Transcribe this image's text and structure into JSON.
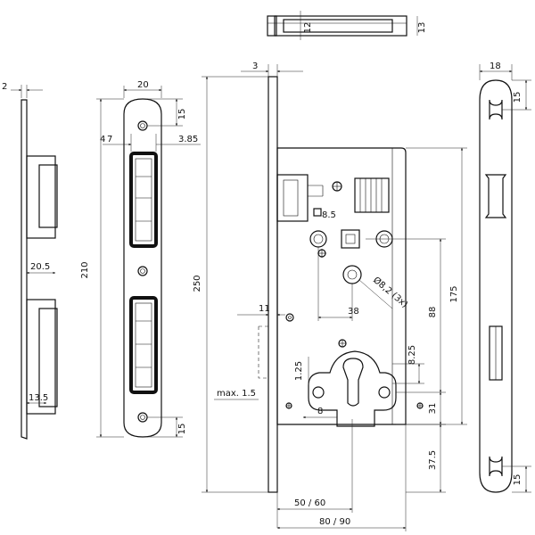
{
  "dimensions": {
    "top_view_12": "12",
    "top_view_13": "13",
    "side_2": "2",
    "side_20_5": "20.5",
    "side_13_5": "13.5",
    "strike_20": "20",
    "strike_15_top": "15",
    "strike_4": "4",
    "strike_7": "7",
    "strike_3_85": "3.85",
    "strike_210": "210",
    "strike_15_bottom": "15",
    "body_3": "3",
    "body_250": "250",
    "body_8_5": "8.5",
    "body_38": "38",
    "body_phi": "Ø8,2 (3x)",
    "body_88": "88",
    "body_175": "175",
    "body_11": "11",
    "body_1_25": "1.25",
    "body_8_25": "8.25",
    "body_max": "max. 1.5",
    "body_8": "8",
    "body_31": "31",
    "body_37_5": "37.5",
    "body_50_60": "50 / 60",
    "body_80_90": "80 / 90",
    "front_18": "18",
    "front_15_top": "15",
    "front_15_bottom": "15"
  }
}
